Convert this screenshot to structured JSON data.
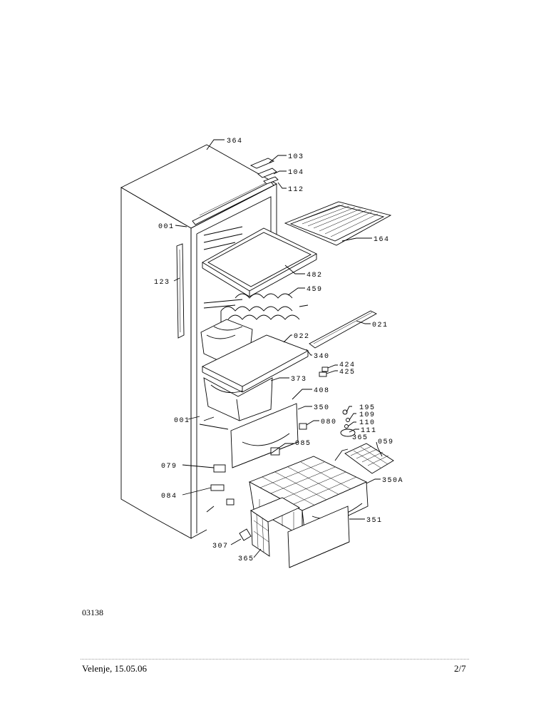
{
  "labels": {
    "l364": "364",
    "l103": "103",
    "l104": "104",
    "l112": "112",
    "l001a": "001",
    "l164": "164",
    "l123": "123",
    "l482": "482",
    "l459": "459",
    "l021": "021",
    "l022": "022",
    "l340": "340",
    "l424": "424",
    "l425": "425",
    "l373": "373",
    "l408": "408",
    "l195": "195",
    "l109": "109",
    "l001b": "001",
    "l350": "350",
    "l110": "110",
    "l080": "080",
    "l111": "111",
    "l365a": "365",
    "l059": "059",
    "l085": "085",
    "l079": "079",
    "l350a": "350A",
    "l084": "084",
    "l351": "351",
    "l307": "307",
    "l365b": "365"
  },
  "document_code": "03138",
  "footer": {
    "location_date": "Velenje, 15.05.06",
    "page": "2/7"
  }
}
